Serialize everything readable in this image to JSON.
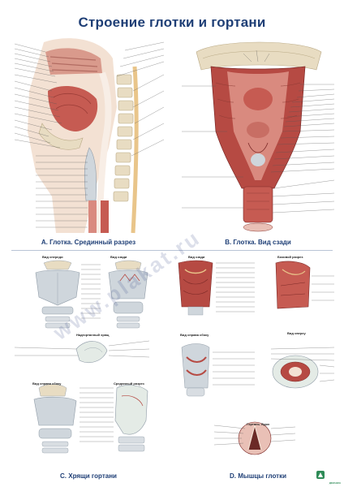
{
  "title": "Строение глотки и гортани",
  "sections": {
    "a": "А. Глотка. Срединный разрез",
    "b": "В. Глотка. Вид сзади",
    "c": "С. Хрящи гортани",
    "d": "D. Мышцы глотки"
  },
  "sub_captions": {
    "c_front": "Вид спереди",
    "c_back": "Вид сзади",
    "c_left": "Вид справа сбоку",
    "c_mid": "Срединный разрез",
    "c_epi": "Надгортанный хрящ",
    "d_back": "Вид сзади",
    "d_side": "Боковой разрез",
    "d_right": "Вид справа сбоку",
    "d_top": "Вид сверху",
    "d_front": "Гортань. Вдох"
  },
  "watermark": "www.plakat.ru",
  "logo_text": "ДЕКАНКА",
  "colors": {
    "title": "#1f3f76",
    "muscle": "#b64a43",
    "muscle_dark": "#7d2a28",
    "bone": "#e8dcc2",
    "cartilage": "#cfd6dc",
    "mucosa": "#d98a7f",
    "fat": "#e9c58a"
  }
}
